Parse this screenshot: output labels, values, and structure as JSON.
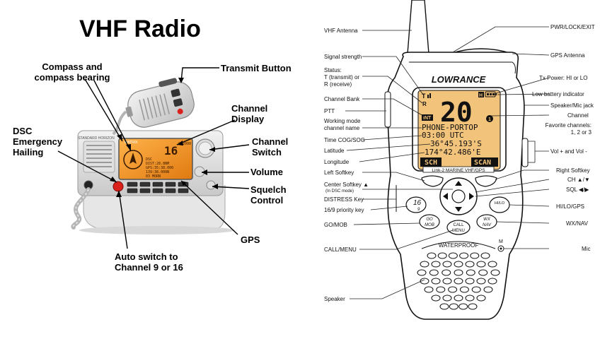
{
  "title": "VHF Radio",
  "left": {
    "compass": "Compass and\ncompass bearing",
    "transmit": "Transmit Button",
    "channel_display": "Channel\nDisplay",
    "dsc": "DSC\nEmergency\nHailing",
    "channel_switch": "Channel\nSwitch",
    "volume": "Volume",
    "squelch": "Squelch\nControl",
    "gps": "GPS",
    "auto_switch": "Auto switch to\nChannel 9 or 16",
    "device": {
      "lcd_channel": "16",
      "lcd_brand": "GX2000",
      "lcd_lines": [
        "DSC",
        "DIST:28.8NM",
        "GPS:35:38.000",
        "139:38.000N",
        "03 MORN"
      ],
      "brand": "STANDARD HORIZON",
      "model": "MATRIX"
    }
  },
  "right": {
    "labels_left": {
      "vhf_antenna": "VHF Antenna",
      "signal": "Signal strength",
      "status": "Status:\nT (transmit) or\nR (receive)",
      "channel_bank": "Channel Bank",
      "ptt": "PTT",
      "working_mode": "Working mode\nchannel name",
      "time": "Time COG/SOG",
      "latitude": "Latitude",
      "longitude": "Longitude",
      "left_softkey": "Left Softkey",
      "center_softkey": "Center Softkey ▲",
      "center_note": "(In DSC mode)",
      "distress": "DISTRESS Key",
      "priority": "16/9 priority key",
      "gomob": "GO/MOB",
      "callmenu": "CALL/MENU",
      "speaker": "Speaker"
    },
    "labels_right": {
      "pwr": "PWR/LOCK/EXIT",
      "gps_antenna": "GPS Antenna",
      "txpower": "Tx Power: HI or LO",
      "lowbatt": "Low battery indicator",
      "speaker_mic": "Speaker/Mic jack",
      "channel": "Channel",
      "favorite": "Favorite channels:\n1, 2 or 3",
      "vol": "Vol + and Vol -",
      "right_softkey": "Right Softkey",
      "ch": "CH ▲/▼",
      "sql": "SQL ◀/▶",
      "hilogps": "HI/LO/GPS",
      "wxnav": "WX/NAV",
      "mic": "Mic"
    },
    "device": {
      "brand": "LOWRANCE",
      "lcd_channel": "20",
      "lcd_tx": "T",
      "lcd_rx": "R",
      "lcd_hi": "H",
      "lcd_int": "INT",
      "lcd_fav": "1",
      "lcd_name": "PHONE-PORTOP",
      "lcd_time": "03:00 UTC",
      "lcd_lat": "36°45.193'S",
      "lcd_lon": "174°42.486'E",
      "softkey_left": "SCH",
      "softkey_right": "SCAN",
      "strip": "Link-2 MARINE VHF/GPS",
      "key_169_top": "16",
      "key_169_bottom": "9",
      "key_hilo": "HI/LO",
      "key_go": "GO",
      "key_mob": "MOB",
      "key_call": "CALL",
      "key_menu": "MENU",
      "key_wx": "WX",
      "key_nav": "NAV",
      "waterproof": "WATERPROOF",
      "mic_letter": "M"
    }
  }
}
